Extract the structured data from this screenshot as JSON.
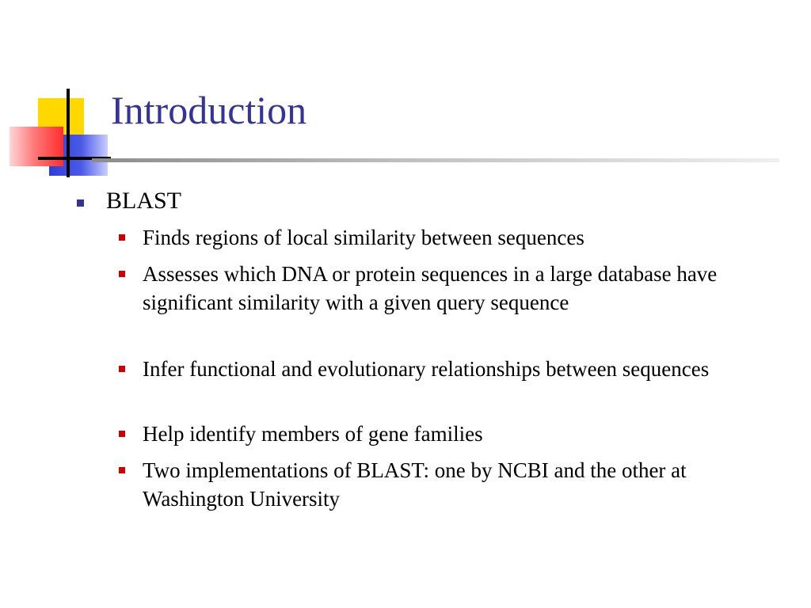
{
  "slide": {
    "title": "Introduction",
    "bullet": "BLAST",
    "sub_bullets": [
      "Finds regions of local similarity between sequences",
      "Assesses which DNA or protein sequences in a large database have significant similarity with a given query sequence",
      "Infer functional and evolutionary relationships between sequences",
      "Help identify members of gene families",
      "Two implementations of BLAST: one by NCBI and the other at Washington University"
    ]
  },
  "colors": {
    "title": "#333399",
    "bullet_level1": "#333399",
    "bullet_level2": "#cc0000",
    "logo_yellow": "#ffd800",
    "logo_blue": "#2e3fd6",
    "logo_red": "#ff2d2d"
  }
}
